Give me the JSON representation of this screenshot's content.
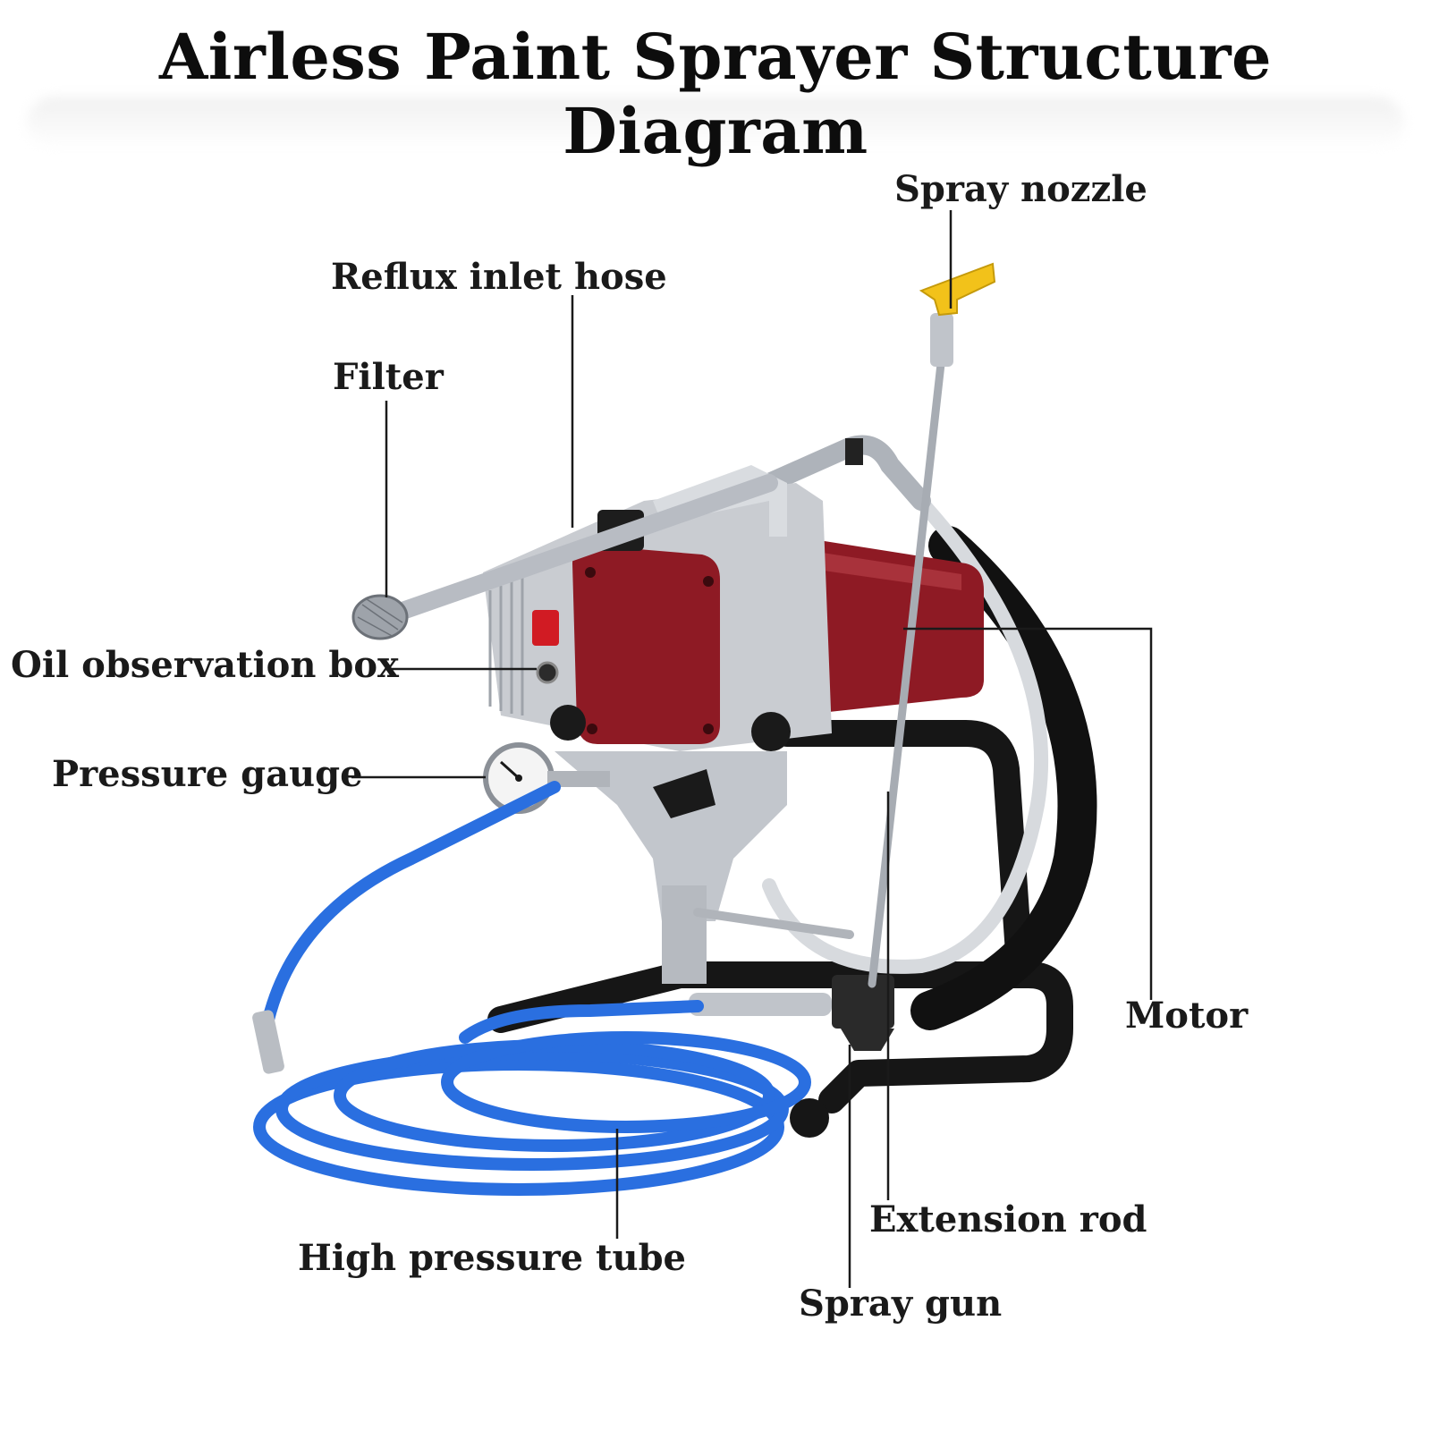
{
  "title": "Airless Paint Sprayer Structure Diagram",
  "labels": {
    "spray_nozzle": "Spray nozzle",
    "reflux_inlet_hose": "Reflux inlet hose",
    "filter": "Filter",
    "oil_observation_box": "Oil observation box",
    "pressure_gauge": "Pressure gauge",
    "motor": "Motor",
    "extension_rod": "Extension rod",
    "high_pressure_tube": "High pressure tube",
    "spray_gun": "Spray gun"
  },
  "colors": {
    "motor_red": "#8e1a24",
    "hose_blue": "#2a6fe0",
    "frame_black": "#161616",
    "metal_silver": "#c9ccd1",
    "nozzle_yellow": "#f2c21a",
    "leader_line": "#1a1a1a"
  }
}
